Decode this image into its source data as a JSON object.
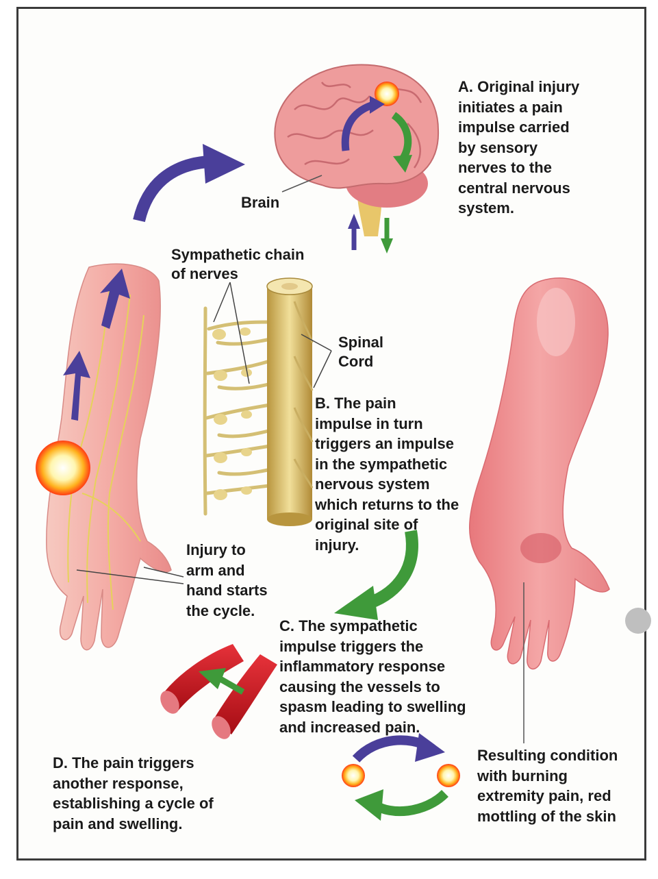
{
  "labels": {
    "brain": "Brain",
    "sympathetic_chain": "Sympathetic chain\nof nerves",
    "spinal_cord": "Spinal\nCord",
    "injury": "Injury to\narm and\nhand starts\nthe cycle."
  },
  "steps": {
    "a": "A. Original injury\ninitiates a pain\nimpulse carried\nby sensory\nnerves to the\ncentral nervous\nsystem.",
    "b": "B.  The pain\nimpulse in turn\ntriggers an impulse\nin the sympathetic\nnervous system\nwhich returns to the\noriginal site of\ninjury.",
    "c": "C.  The sympathetic\nimpulse triggers the\ninflammatory response\ncausing the vessels to\nspasm leading to swelling\nand increased pain.",
    "d": "D.  The pain triggers\nanother response,\nestablishing a cycle of\npain and swelling.",
    "result": "Resulting condition\nwith burning\nextremity pain, red\nmottling of the skin"
  },
  "icons": [
    "brain-icon",
    "spinal-cord-icon",
    "injured-arm-icon",
    "inflamed-arm-icon",
    "blood-vessel-icon",
    "pain-cycle-icon"
  ],
  "colors": {
    "afferent_arrow": "#4a3f9a",
    "efferent_arrow": "#3f9a3a",
    "skin": "#f2a8a4",
    "brain": "#ee9c9c",
    "vessel": "#c8141c",
    "nerve": "#e2cf86"
  }
}
